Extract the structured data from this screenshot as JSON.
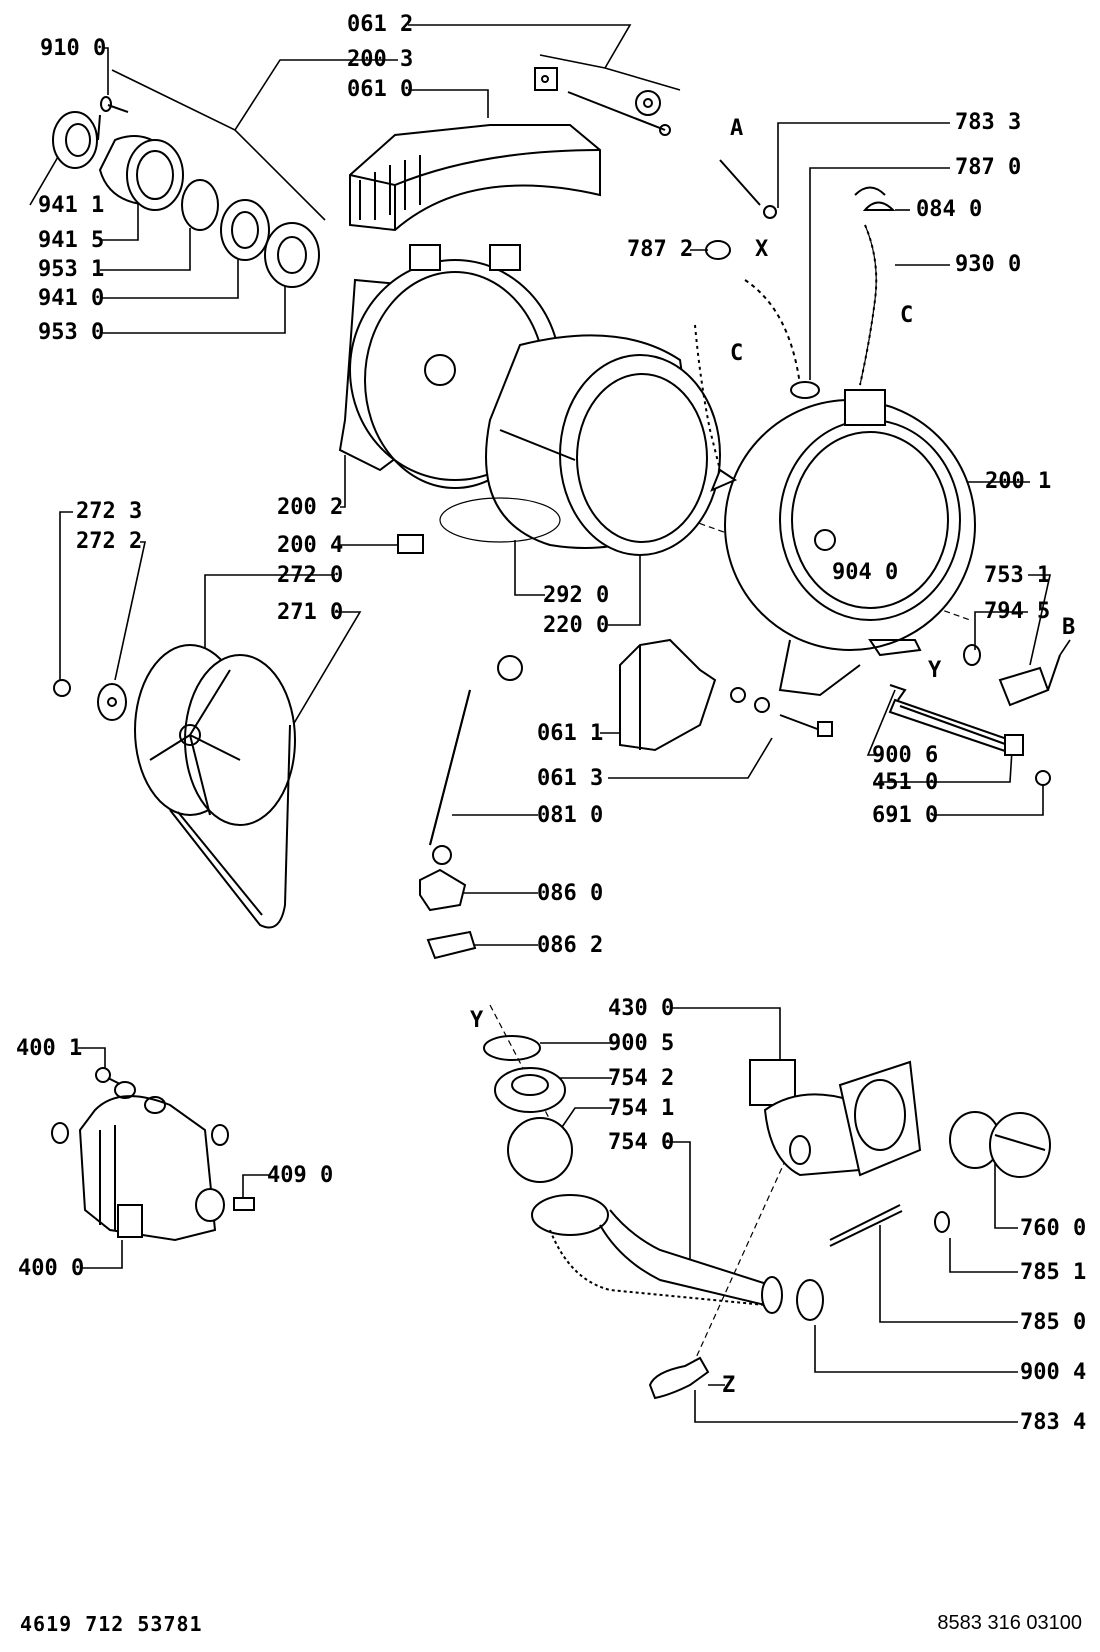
{
  "parts": {
    "p0612": "061 2",
    "p2003": "200 3",
    "p0610": "061 0",
    "p9100": "910 0",
    "p9411": "941 1",
    "p9415": "941 5",
    "p9531": "953 1",
    "p9410": "941 0",
    "p9530": "953 0",
    "p7833": "783 3",
    "p7870": "787 0",
    "p0840": "084 0",
    "p7872": "787 2",
    "p9300": "930 0",
    "p2001": "200 1",
    "p2002": "200 2",
    "p2004": "200 4",
    "p2723": "272 3",
    "p2722": "272 2",
    "p2720": "272 0",
    "p2710": "271 0",
    "p2920": "292 0",
    "p2200": "220 0",
    "p9040": "904 0",
    "p7531": "753 1",
    "p7945": "794 5",
    "p0611": "061 1",
    "p0613": "061 3",
    "p0810": "081 0",
    "p9006": "900 6",
    "p4510": "451 0",
    "p6910": "691 0",
    "p0860": "086 0",
    "p0862": "086 2",
    "p4001": "400 1",
    "p4090": "409 0",
    "p4000": "400 0",
    "p4300": "430 0",
    "p9005": "900 5",
    "p7542": "754 2",
    "p7541": "754 1",
    "p7540": "754 0",
    "p7600": "760 0",
    "p7851": "785 1",
    "p7850": "785 0",
    "p9004": "900 4",
    "p7834": "783 4"
  },
  "markers": {
    "A": "A",
    "X": "X",
    "C1": "C",
    "C2": "C",
    "Y1": "Y",
    "B": "B",
    "Y2": "Y",
    "Z": "Z"
  },
  "footer": {
    "left": "4619 712 53781",
    "right": "8583 316 03100"
  }
}
